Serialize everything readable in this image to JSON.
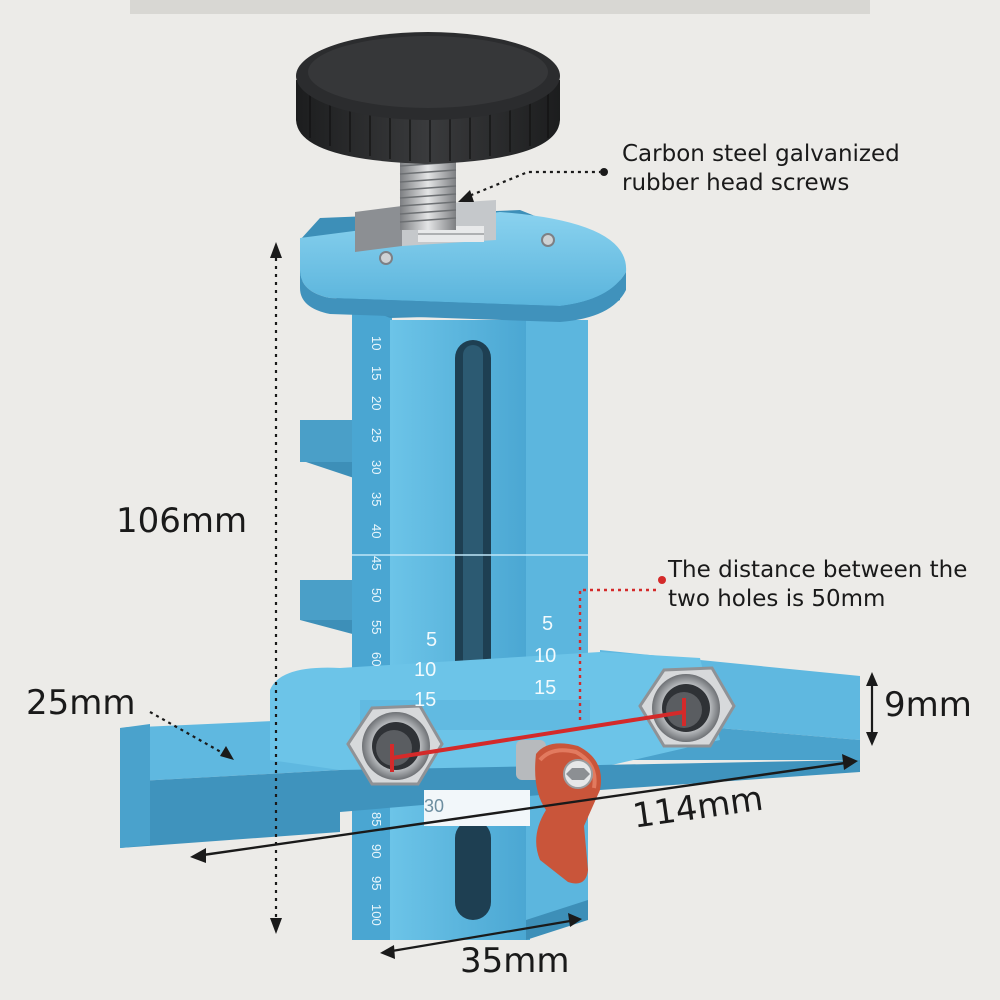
{
  "callouts": {
    "screws": {
      "line1": "Carbon steel galvanized",
      "line2": "rubber head screws"
    },
    "holes": {
      "line1": "The distance between the",
      "line2": "two holes is 50mm"
    }
  },
  "dimensions": {
    "height": "106mm",
    "depth": "25mm",
    "thickness": "9mm",
    "length": "114mm",
    "width": "35mm"
  },
  "scale": {
    "left_column": [
      "10",
      "15",
      "20",
      "25",
      "30",
      "35",
      "40",
      "45",
      "50",
      "55",
      "60"
    ],
    "left_lower": [
      "85",
      "90",
      "95",
      "100"
    ],
    "inner_left": [
      "5",
      "10",
      "15"
    ],
    "inner_right": [
      "5",
      "10",
      "15"
    ],
    "lower_mark": "30"
  },
  "colors": {
    "body_blue": "#5ab4dc",
    "body_dark": "#3d8fb8",
    "knob": "#262728",
    "lever": "#c9553a",
    "measure_red": "#d42a2a"
  }
}
